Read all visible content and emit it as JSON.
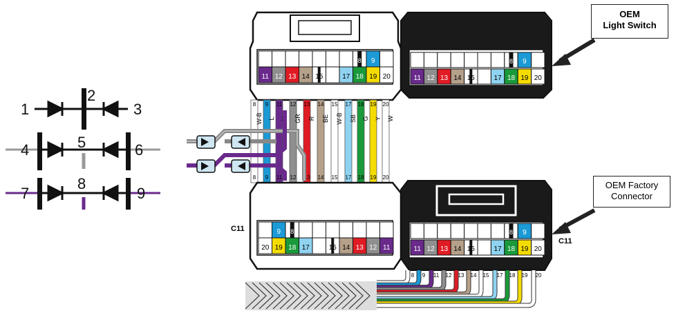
{
  "callouts": {
    "light_switch": [
      "OEM",
      "Light Switch"
    ],
    "factory_connector": [
      "OEM Factory",
      "Connector"
    ]
  },
  "connector_labels": {
    "left": "C11",
    "right": "C11"
  },
  "symbol_numbers": [
    "1",
    "2",
    "3",
    "4",
    "5",
    "6",
    "7",
    "8",
    "9"
  ],
  "wire_codes": [
    "W-B",
    "L",
    "V",
    "GR",
    "R",
    "BE",
    "W-B",
    "SB",
    "G",
    "Y",
    "W"
  ],
  "pins": {
    "top_row": [
      "8"
    ],
    "bottom_row": [
      "11",
      "12",
      "13",
      "14",
      "15",
      "",
      "17",
      "18",
      "19",
      "20"
    ],
    "pin9": "9",
    "c11_top": [
      "9"
    ],
    "c11_bottom": [
      "20",
      "19",
      "18",
      "17",
      "",
      "15",
      "14",
      "13",
      "12",
      "11"
    ],
    "wire_numbers_top": [
      "8",
      "9",
      "11",
      "12",
      "13",
      "14",
      "15",
      "17",
      "18",
      "19",
      "20"
    ],
    "wire_numbers_mid": [
      "8",
      "9",
      "11",
      "12",
      "13",
      "14",
      "15",
      "17",
      "18",
      "19",
      "20"
    ],
    "factory_pin_numbers": [
      "8",
      "9",
      "11",
      "12",
      "13",
      "14",
      "15",
      "17",
      "18",
      "19",
      "20"
    ]
  },
  "colors": {
    "purple": "#6a2a8c",
    "gray": "#8f8f8f",
    "red": "#e01b24",
    "tan": "#b5a08a",
    "light_blue": "#8fd3f0",
    "green": "#1a9a3a",
    "yellow": "#f5dc00",
    "blue": "#1b9ad6",
    "white": "#ffffff",
    "black": "#1a1a1a",
    "diode_fill": "#cfe6f2"
  }
}
